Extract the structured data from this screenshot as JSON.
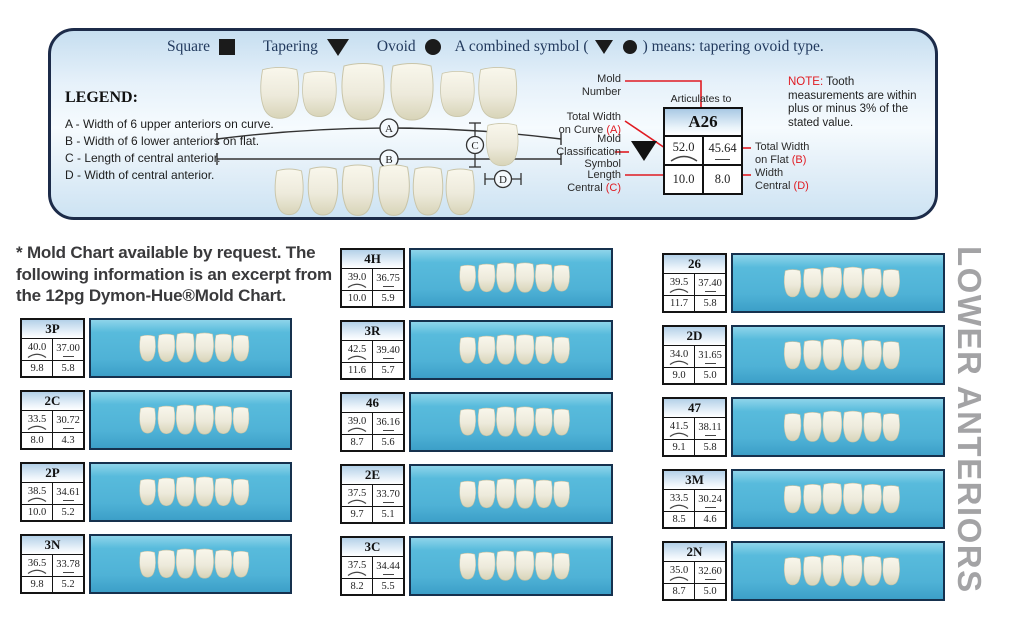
{
  "legend": {
    "shape_key": {
      "square_label": "Square",
      "tapering_label": "Tapering",
      "ovoid_label": "Ovoid"
    },
    "combined": {
      "prefix": "A combined symbol (",
      "suffix": ") means: tapering ovoid type."
    },
    "key_title": "LEGEND:",
    "key_lines": [
      "A - Width of 6 upper anteriors on curve.",
      "B - Width of 6 lower anteriors on flat.",
      "C - Length of central anterior.",
      "D - Width of central anterior."
    ],
    "diagram": {
      "a": "A",
      "b": "B",
      "c": "C",
      "d": "D"
    },
    "sample": {
      "articulates": "Articulates to",
      "mold_id": "A26",
      "width_curve": "52.0",
      "width_flat": "45.64",
      "length_central": "10.0",
      "width_central": "8.0"
    },
    "callouts": {
      "mold_number": [
        "Mold",
        "Number"
      ],
      "width_curve": {
        "l1": "Total Width",
        "l2": "on Curve",
        "letter": "(A)"
      },
      "classification": [
        "Mold",
        "Classification",
        "Symbol"
      ],
      "length_central": {
        "l1": "Length",
        "l2": "Central",
        "letter": "(C)"
      },
      "width_flat": {
        "l1": "Total Width",
        "l2": "on Flat",
        "letter": "(B)"
      },
      "width_central": {
        "l1": "Width",
        "l2": "Central",
        "letter": "(D)"
      }
    },
    "note": {
      "label": "NOTE:",
      "text": " Tooth measurements are within plus or minus 3% of the stated value."
    }
  },
  "intro_lines": [
    "* Mold Chart available by request. The",
    "following information is an excerpt from",
    "the 12pg Dymon-Hue®Mold Chart."
  ],
  "side_label": "LOWER ANTERIORS",
  "mold_columns": {
    "left": [
      {
        "id": "3P",
        "width_curve": "40.0",
        "width_flat": "37.00",
        "length_central": "9.8",
        "width_central": "5.8"
      },
      {
        "id": "2C",
        "width_curve": "33.5",
        "width_flat": "30.72",
        "length_central": "8.0",
        "width_central": "4.3"
      },
      {
        "id": "2P",
        "width_curve": "38.5",
        "width_flat": "34.61",
        "length_central": "10.0",
        "width_central": "5.2"
      },
      {
        "id": "3N",
        "width_curve": "36.5",
        "width_flat": "33.78",
        "length_central": "9.8",
        "width_central": "5.2"
      }
    ],
    "middle": [
      {
        "id": "4H",
        "width_curve": "39.0",
        "width_flat": "36.75",
        "length_central": "10.0",
        "width_central": "5.9"
      },
      {
        "id": "3R",
        "width_curve": "42.5",
        "width_flat": "39.40",
        "length_central": "11.6",
        "width_central": "5.7"
      },
      {
        "id": "46",
        "width_curve": "39.0",
        "width_flat": "36.16",
        "length_central": "8.7",
        "width_central": "5.6"
      },
      {
        "id": "2E",
        "width_curve": "37.5",
        "width_flat": "33.70",
        "length_central": "9.7",
        "width_central": "5.1"
      },
      {
        "id": "3C",
        "width_curve": "37.5",
        "width_flat": "34.44",
        "length_central": "8.2",
        "width_central": "5.5"
      }
    ],
    "right": [
      {
        "id": "26",
        "width_curve": "39.5",
        "width_flat": "37.40",
        "length_central": "11.7",
        "width_central": "5.8"
      },
      {
        "id": "2D",
        "width_curve": "34.0",
        "width_flat": "31.65",
        "length_central": "9.0",
        "width_central": "5.0"
      },
      {
        "id": "47",
        "width_curve": "41.5",
        "width_flat": "38.11",
        "length_central": "9.1",
        "width_central": "5.8"
      },
      {
        "id": "3M",
        "width_curve": "33.5",
        "width_flat": "30.24",
        "length_central": "8.5",
        "width_central": "4.6"
      },
      {
        "id": "2N",
        "width_curve": "35.0",
        "width_flat": "32.60",
        "length_central": "8.7",
        "width_central": "5.0"
      }
    ]
  },
  "colors": {
    "accent_red": "#e01b22",
    "navy_border": "#1c2b49",
    "photo_blue": "#4fb2d6",
    "side_gray": "#a3a3a5"
  }
}
